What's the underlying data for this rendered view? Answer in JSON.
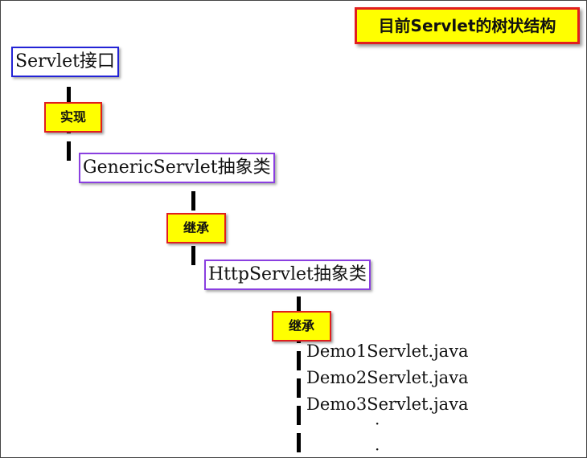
{
  "title": "目前Servlet的树状结构",
  "nodes": {
    "servlet_interface": "Servlet接口",
    "generic_servlet": "GenericServlet抽象类",
    "http_servlet": "HttpServlet抽象类"
  },
  "edges": {
    "implements_label": "实现",
    "extends_label_1": "继承",
    "extends_label_2": "继承"
  },
  "subclasses": [
    "Demo1Servlet.java",
    "Demo2Servlet.java",
    "Demo3Servlet.java"
  ],
  "ellipsis": [
    "·",
    "·"
  ],
  "colors": {
    "interface_border": "#2323d6",
    "class_border": "#8a3fe0",
    "tag_fill": "#ffff00",
    "tag_border": "#e11e1e"
  }
}
